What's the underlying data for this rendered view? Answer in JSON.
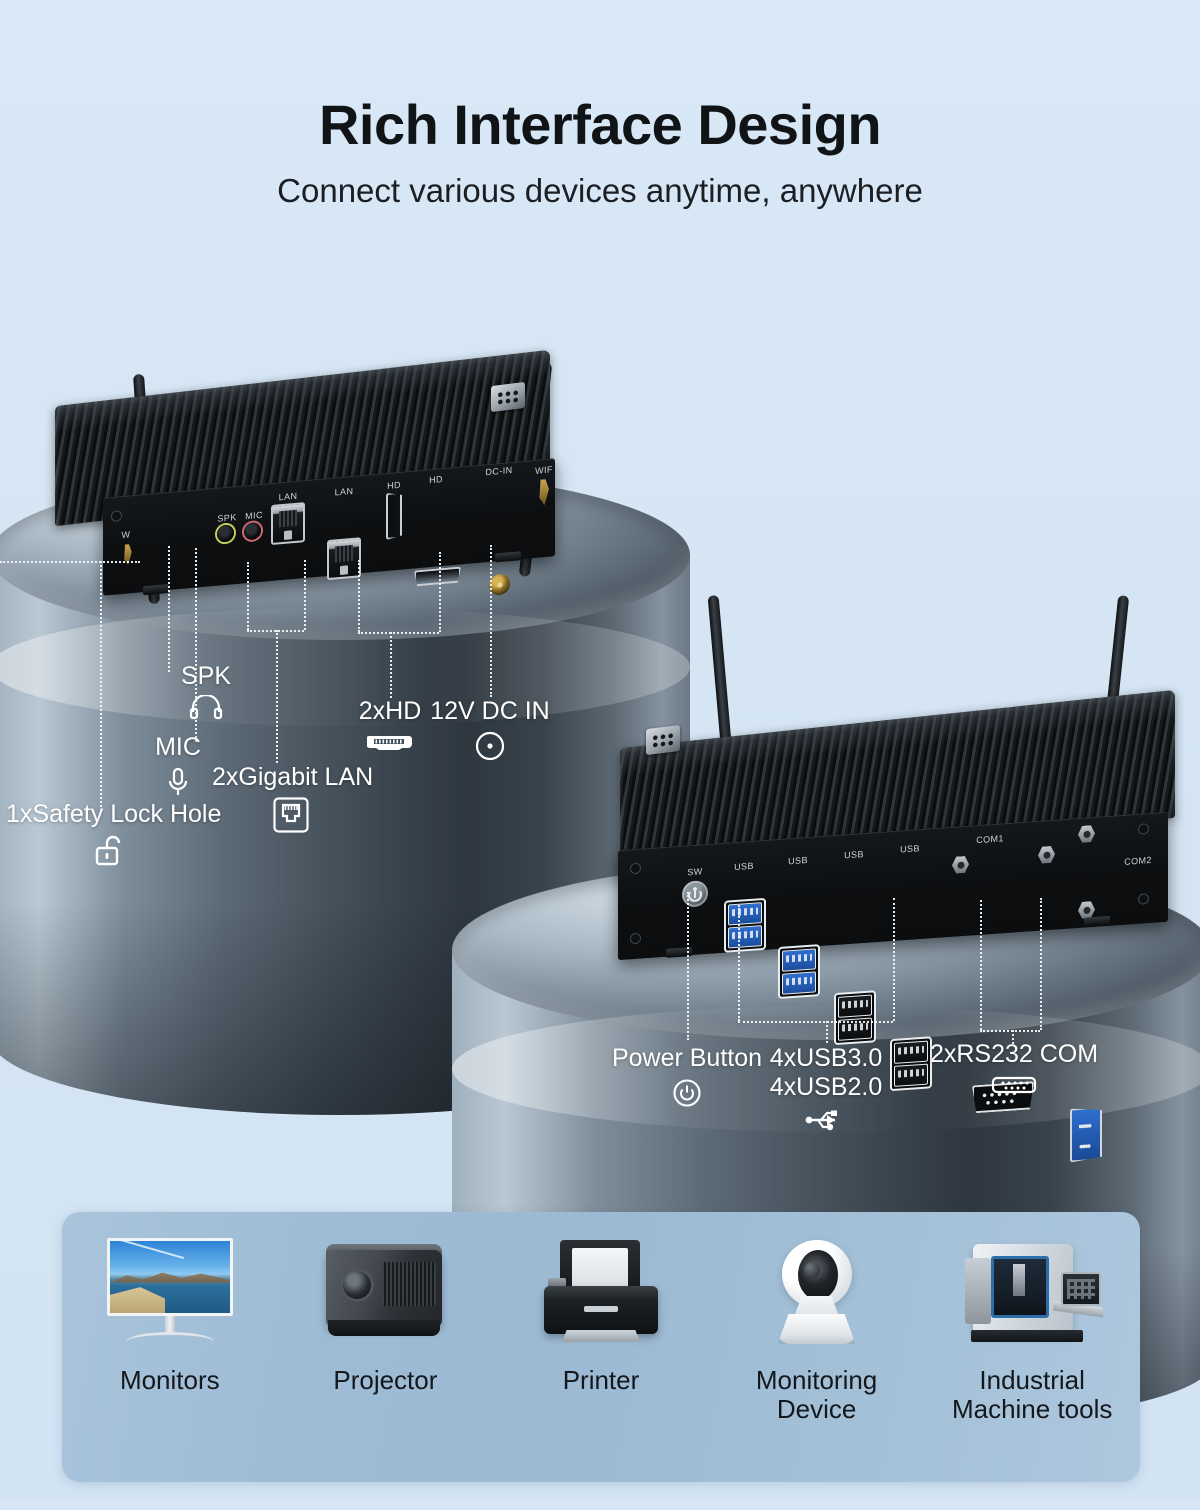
{
  "header": {
    "title": "Rich Interface Design",
    "subtitle": "Connect various devices anytime, anywhere"
  },
  "colors": {
    "background": "#d6e6f5",
    "pedestal_dark": "#2e373f",
    "pedestal_light": "#b9c8d3",
    "callout_text": "#ffffff",
    "usb3_blue": "#2f6fd0",
    "com2_blue": "#2f6fd0",
    "strip_panel": "#a9c4db",
    "title_text": "#111417"
  },
  "top_device": {
    "name": "mini-pc-rear-io",
    "port_labels": [
      {
        "id": "wifi-left",
        "text": "W"
      },
      {
        "id": "spk",
        "text": "SPK"
      },
      {
        "id": "mic",
        "text": "MIC"
      },
      {
        "id": "lan1",
        "text": "LAN"
      },
      {
        "id": "lan2",
        "text": "LAN"
      },
      {
        "id": "hd1",
        "text": "HD"
      },
      {
        "id": "hd2",
        "text": "HD"
      },
      {
        "id": "dcin",
        "text": "DC-IN"
      },
      {
        "id": "wifi-right",
        "text": "WIF"
      }
    ]
  },
  "bottom_device": {
    "name": "mini-pc-front-io",
    "port_labels": [
      {
        "id": "sw",
        "text": "SW"
      },
      {
        "id": "usb1",
        "text": "USB"
      },
      {
        "id": "usb2",
        "text": "USB"
      },
      {
        "id": "usb3",
        "text": "USB"
      },
      {
        "id": "usb4",
        "text": "USB"
      },
      {
        "id": "com1",
        "text": "COM1"
      },
      {
        "id": "com2",
        "text": "COM2"
      }
    ]
  },
  "callouts_top": [
    {
      "id": "safety-lock",
      "text": "1xSafety Lock Hole",
      "icon": "padlock-open-icon"
    },
    {
      "id": "mic",
      "text": "MIC",
      "icon": "microphone-icon"
    },
    {
      "id": "spk",
      "text": "SPK",
      "icon": "headphone-icon"
    },
    {
      "id": "gigabit-lan",
      "text": "2xGigabit LAN",
      "icon": "rj45-icon"
    },
    {
      "id": "hdmi",
      "text": "2xHD",
      "icon": "hdmi-icon"
    },
    {
      "id": "dc-in",
      "text": "12V DC IN",
      "icon": "dc-jack-icon"
    }
  ],
  "callouts_bottom": [
    {
      "id": "power-button",
      "text": "Power Button",
      "text2": "",
      "icon": "power-icon"
    },
    {
      "id": "usb",
      "text": "4xUSB3.0",
      "text2": "4xUSB2.0",
      "icon": "usb-icon"
    },
    {
      "id": "rs232",
      "text": "2xRS232 COM",
      "text2": "",
      "icon": "db9-icon"
    }
  ],
  "device_strip": [
    {
      "id": "monitors",
      "label": "Monitors",
      "art": "monitor-art"
    },
    {
      "id": "projector",
      "label": "Projector",
      "art": "projector-art"
    },
    {
      "id": "printer",
      "label": "Printer",
      "art": "printer-art"
    },
    {
      "id": "monitoring",
      "label": "Monitoring\nDevice",
      "art": "camera-art"
    },
    {
      "id": "industrial",
      "label": "Industrial\nMachine tools",
      "art": "cnc-art"
    }
  ]
}
